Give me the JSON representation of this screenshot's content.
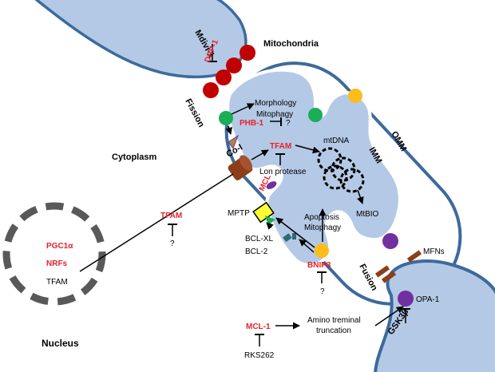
{
  "labels": {
    "mitochondria": "Mitochondria",
    "cytoplasm": "Cytoplasm",
    "nucleus": "Nucleus",
    "fission": "Fission",
    "fusion": "Fusion",
    "omm": "OMM",
    "imm": "IMM",
    "mdivi1": "Mdivi-1",
    "drp1": "DRP-1",
    "morphology": "Morphology",
    "mitophagy_top": "Mitophagy",
    "phb1": "PHB-1",
    "q1": "?",
    "coi": "Co-I",
    "tfam_mito": "TFAM",
    "lon": "Lon protease",
    "mtdna": "mtDNA",
    "mtbio": "MtBIO",
    "mcl": "MCL",
    "mptp": "MPTP",
    "apoptosis": "Apoptosis",
    "mitophagy_mid": "Mitophagy",
    "bclxl": "BCL-XL",
    "bcl2": "BCL-2",
    "bnip3": "BNIP3",
    "q2": "?",
    "mfns": "MFNs",
    "opa1": "OPA-1",
    "gsk3b": "GSK3β",
    "tfam_cyto": "TFAM",
    "q3": "?",
    "pgc1a": "PGC1α",
    "nrfs": "NRFs",
    "tfam_nuc": "TFAM",
    "mcl1": "MCL-1",
    "rks262": "RKS262",
    "amino_1": "Amino treminal",
    "amino_2": "truncation"
  },
  "colors": {
    "membrane": "#3d6a9c",
    "matrix": "#b4c9e6",
    "red_accent": "#e8212a",
    "drp": "#c00000",
    "green": "#1aae56",
    "yellow": "#fbbd1a",
    "purple": "#7030a0",
    "brown": "#8b3f18",
    "teal": "#2f6a74",
    "nucleus": "#595959"
  }
}
